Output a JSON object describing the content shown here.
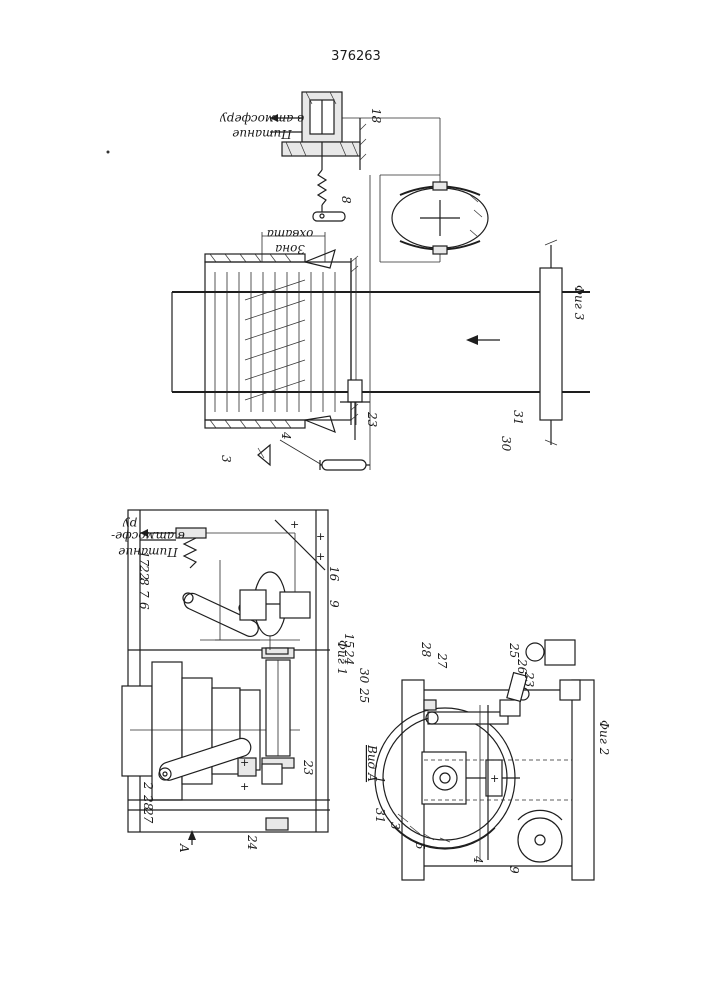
{
  "patent_number": "376263",
  "figures": {
    "fig1": {
      "caption": "Фиг 1",
      "view_marker": "A",
      "supply_label_1": "Питание",
      "supply_label_2": "в атмосфе-",
      "supply_label_3": "ру",
      "labels": [
        "27",
        "28",
        "2",
        "24",
        "23",
        "25",
        "30",
        "15",
        "24",
        "6",
        "7",
        "8",
        "22",
        "17",
        "16",
        "9"
      ]
    },
    "fig2": {
      "caption": "Фиг 2",
      "view_title": "Вид А",
      "labels": [
        "28",
        "27",
        "25",
        "26",
        "23",
        "1",
        "31",
        "3",
        "5",
        "4",
        "9"
      ]
    },
    "fig3": {
      "caption": "Фиг 3",
      "zone_label_1": "Зона",
      "zone_label_2": "охвата",
      "supply_label_1": "Питание",
      "supply_label_2": "в атмосферу",
      "labels": [
        "18",
        "8",
        "3",
        "4",
        "23",
        "30",
        "31"
      ]
    }
  }
}
